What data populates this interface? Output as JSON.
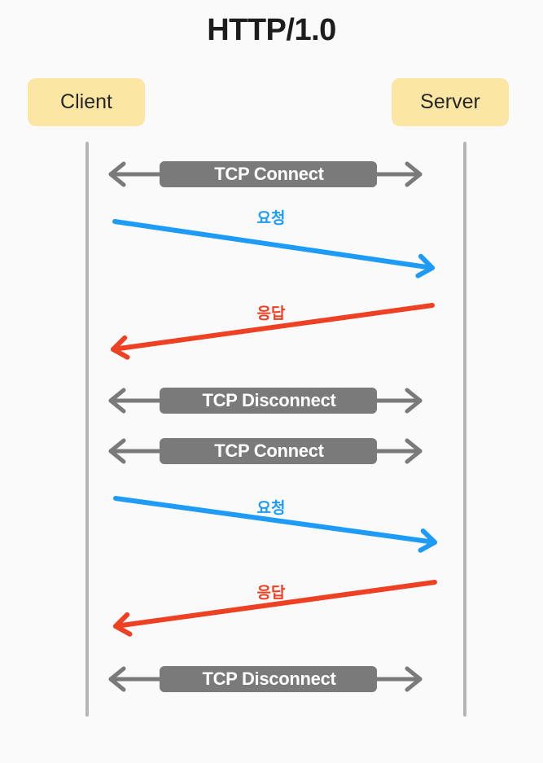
{
  "title": "HTTP/1.0",
  "actors": [
    {
      "label": "Client"
    },
    {
      "label": "Server"
    }
  ],
  "messages": [
    {
      "type": "tcp-bidirectional",
      "label": "TCP Connect"
    },
    {
      "type": "request",
      "label": "요청"
    },
    {
      "type": "response",
      "label": "응답"
    },
    {
      "type": "tcp-bidirectional",
      "label": "TCP Disconnect"
    },
    {
      "type": "tcp-bidirectional",
      "label": "TCP Connect"
    },
    {
      "type": "request",
      "label": "요청"
    },
    {
      "type": "response",
      "label": "응답"
    },
    {
      "type": "tcp-bidirectional",
      "label": "TCP Disconnect"
    }
  ],
  "colors": {
    "background": "#fafafa",
    "actor-bg": "#fbe7a3",
    "actor-text": "#262626",
    "gray": "#7a7a7a",
    "lifeline": "#b5b5b5",
    "blue": "#1e9bf7",
    "red": "#ee4123",
    "tcp-text": "#ffffff",
    "title-text": "#1d1d1f"
  }
}
